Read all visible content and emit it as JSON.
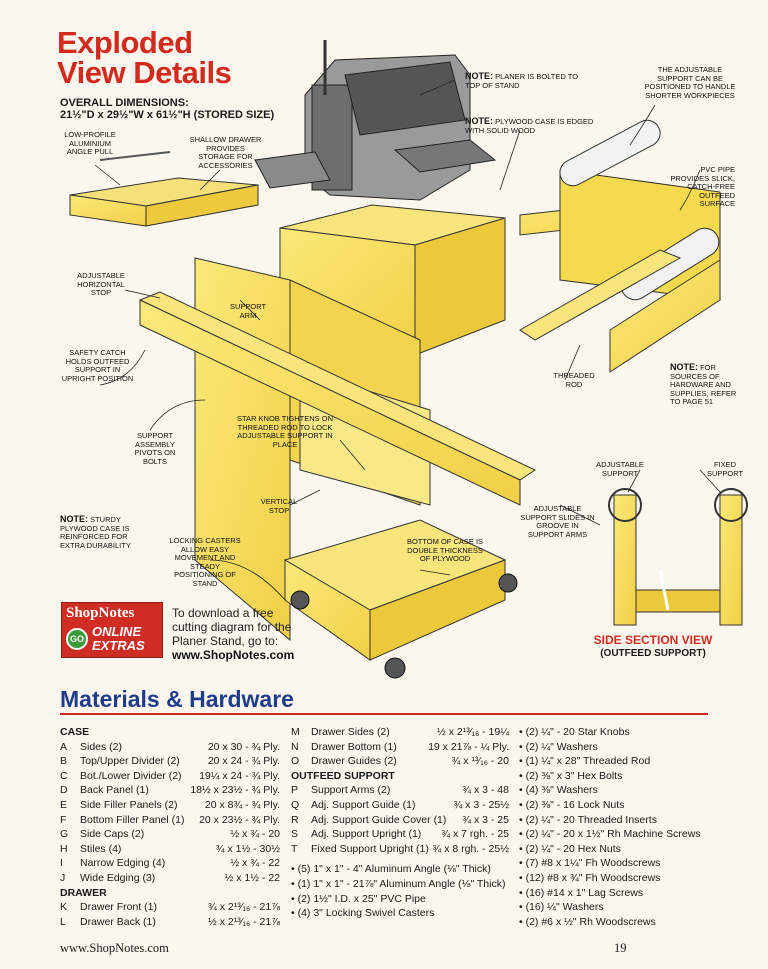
{
  "header": {
    "title_line1": "Exploded",
    "title_line2": "View Details",
    "dims_label": "OVERALL DIMENSIONS:",
    "dims_value": "21½\"D x 29½\"W x 61½\"H (STORED SIZE)"
  },
  "callouts": {
    "low_profile": "LOW-PROFILE ALUMINIUM ANGLE PULL",
    "shallow_drawer": "SHALLOW DRAWER PROVIDES STORAGE FOR ACCESSORIES",
    "note_planer_bold": "NOTE:",
    "note_planer": "PLANER IS BOLTED TO TOP OF STAND",
    "note_case_bold": "NOTE:",
    "note_case": "PLYWOOD CASE IS EDGED WITH SOLID WOOD",
    "adjustable_support": "THE ADJUSTABLE SUPPORT CAN BE POSITIONED TO HANDLE SHORTER WORKPIECES",
    "pvc_pipe": "PVC PIPE PROVIDES SLICK, CATCH-FREE OUTFEED SURFACE",
    "adjustable_stop": "ADJUSTABLE HORIZONTAL STOP",
    "support_arm": "SUPPORT ARM",
    "safety_catch": "SAFETY CATCH HOLDS OUTFEED SUPPORT IN UPRIGHT POSITION",
    "threaded_rod": "THREADED ROD",
    "note_sources_bold": "NOTE:",
    "note_sources": "FOR SOURCES OF HARDWARE AND SUPPLIES, REFER TO PAGE 51",
    "star_knob": "STAR KNOB TIGHTENS ON THREADED ROD TO LOCK ADJUSTABLE SUPPORT IN PLACE",
    "support_assembly": "SUPPORT ASSEMBLY PIVOTS ON BOLTS",
    "adjustable_support_label": "ADJUSTABLE SUPPORT",
    "fixed_support_label": "FIXED SUPPORT",
    "vertical_stop": "VERTICAL STOP",
    "slides_groove": "ADJUSTABLE SUPPORT SLIDES IN GROOVE IN SUPPORT ARMS",
    "note_sturdy_bold": "NOTE:",
    "note_sturdy": "STURDY PLYWOOD CASE IS REINFORCED FOR EXTRA DURABILITY",
    "locking_casters": "LOCKING CASTERS ALLOW EASY MOVEMENT AND STEADY POSITIONING OF STAND",
    "bottom_case": "BOTTOM OF CASE IS DOUBLE THICKNESS OF PLYWOOD"
  },
  "extras": {
    "brand": "ShopNotes",
    "go": "GO",
    "online": "ONLINE",
    "extras_word": "EXTRAS",
    "line1": "To download a free",
    "line2": "cutting diagram for the",
    "line3": "Planer Stand, go to:",
    "url": "www.ShopNotes.com"
  },
  "side_section": {
    "title": "SIDE SECTION VIEW",
    "subtitle": "(OUTFEED SUPPORT)"
  },
  "materials": {
    "title": "Materials & Hardware",
    "col1": [
      {
        "type": "section",
        "text": "CASE"
      },
      {
        "ltr": "A",
        "name": "Sides (2)",
        "val": "20 x 30 - ¾ Ply."
      },
      {
        "ltr": "B",
        "name": "Top/Upper Divider (2)",
        "val": "20 x 24 - ¾ Ply."
      },
      {
        "ltr": "C",
        "name": "Bot./Lower Divider (2)",
        "val": "19¼ x 24 - ¾ Ply."
      },
      {
        "ltr": "D",
        "name": "Back Panel (1)",
        "val": "18½ x 23½ - ¾ Ply."
      },
      {
        "ltr": "E",
        "name": "Side Filler Panels (2)",
        "val": "20 x 8¾ - ¾ Ply."
      },
      {
        "ltr": "F",
        "name": "Bottom Filler Panel (1)",
        "val": "20 x 23½ - ¾ Ply."
      },
      {
        "ltr": "G",
        "name": "Side Caps (2)",
        "val": "½ x ¾ - 20"
      },
      {
        "ltr": "H",
        "name": "Stiles (4)",
        "val": "¾ x 1½ - 30½"
      },
      {
        "ltr": "I",
        "name": "Narrow Edging (4)",
        "val": "½ x ¾ - 22"
      },
      {
        "ltr": "J",
        "name": "Wide Edging (3)",
        "val": "½ x 1½ - 22"
      },
      {
        "type": "section",
        "text": "DRAWER"
      },
      {
        "ltr": "K",
        "name": "Drawer Front (1)",
        "val": "¾ x 2¹³⁄₁₆ - 21⅞"
      },
      {
        "ltr": "L",
        "name": "Drawer Back (1)",
        "val": "½ x 2¹³⁄₁₆ - 21⅞"
      }
    ],
    "col2": [
      {
        "ltr": "M",
        "name": "Drawer Sides (2)",
        "val": "½ x 2¹³⁄₁₆ - 19¼"
      },
      {
        "ltr": "N",
        "name": "Drawer Bottom (1)",
        "val": "19 x 21⅞ - ¼ Ply."
      },
      {
        "ltr": "O",
        "name": "Drawer Guides (2)",
        "val": "¾ x ¹³⁄₁₆ - 20"
      },
      {
        "type": "section",
        "text": "OUTFEED SUPPORT"
      },
      {
        "ltr": "P",
        "name": "Support Arms (2)",
        "val": "¾ x 3 - 48"
      },
      {
        "ltr": "Q",
        "name": "Adj. Support Guide (1)",
        "val": "¾ x 3 - 25½"
      },
      {
        "ltr": "R",
        "name": "Adj. Support Guide Cover (1)",
        "val": "¾ x 3 - 25"
      },
      {
        "ltr": "S",
        "name": "Adj. Support Upright (1)",
        "val": "¾ x 7 rgh. - 25"
      },
      {
        "ltr": "T",
        "name": "Fixed Support Upright (1)",
        "val": "¾ x 8 rgh. - 25½"
      },
      {
        "type": "spacer"
      },
      {
        "type": "bullet",
        "text": "(5) 1\" x 1\" - 4\" Aluminum Angle (⅛\" Thick)"
      },
      {
        "type": "bullet",
        "text": "(1) 1\" x 1\" - 21⅞\" Aluminum Angle (⅛\" Thick)"
      },
      {
        "type": "bullet",
        "text": "(2) 1½\" I.D. x 25\" PVC Pipe"
      },
      {
        "type": "bullet",
        "text": "(4) 3\" Locking Swivel Casters"
      }
    ],
    "col3": [
      "(2) ¼\" - 20 Star Knobs",
      "(2) ¼\" Washers",
      "(1) ¼\" x 28\" Threaded Rod",
      "(2) ⅜\" x 3\" Hex Bolts",
      "(4) ⅜\" Washers",
      "(2) ⅜\" - 16 Lock Nuts",
      "(2) ¼\" - 20 Threaded Inserts",
      "(2) ¼\" - 20 x 1½\" Rh Machine Screws",
      "(2) ¼\" - 20 Hex Nuts",
      "(7) #8 x 1¼\" Fh Woodscrews",
      "(12) #8 x ¾\" Fh Woodscrews",
      "(16) #14 x 1\" Lag Screws",
      "(16) ¼\" Washers",
      "(2) #6 x ½\" Rh Woodscrews"
    ]
  },
  "footer": {
    "url": "www.ShopNotes.com",
    "page": "19"
  }
}
